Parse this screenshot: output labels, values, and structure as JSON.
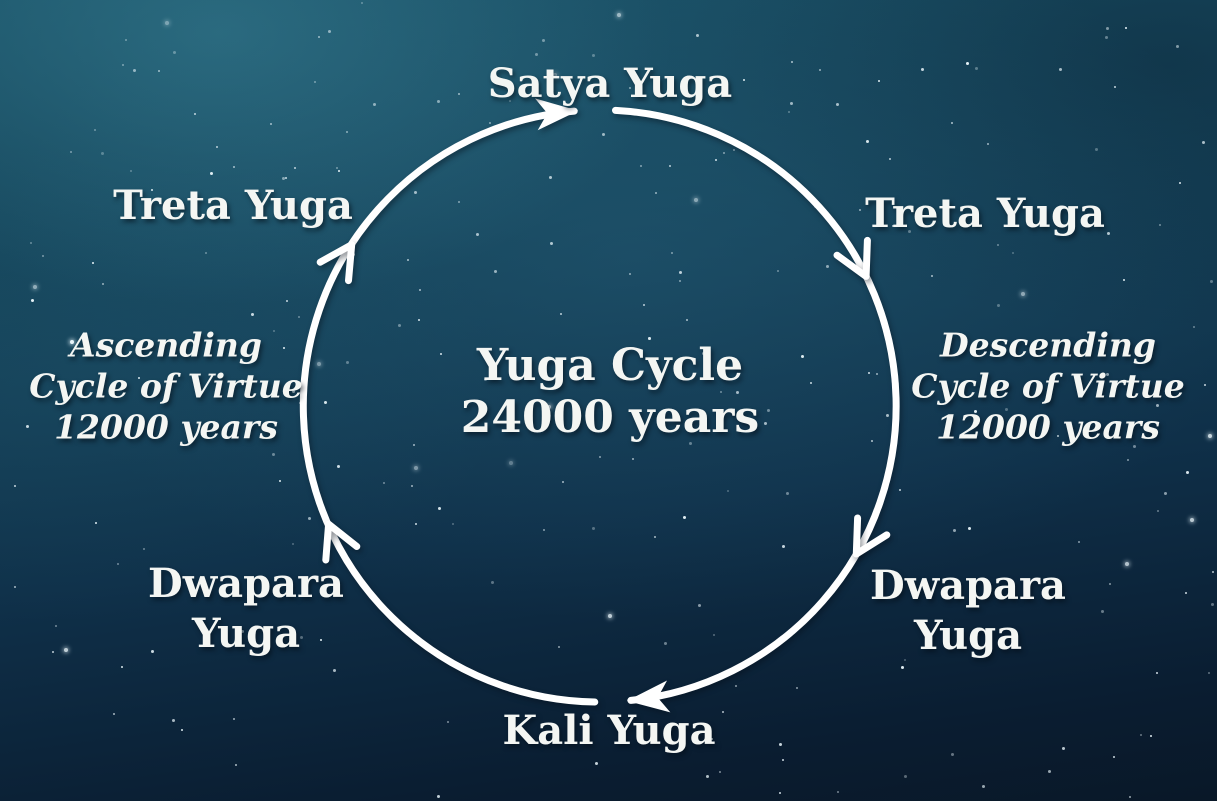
{
  "diagram": {
    "center": {
      "title": "Yuga Cycle",
      "subtitle": "24000 years"
    },
    "nodes": {
      "top": "Satya Yuga",
      "upper_left": "Treta Yuga",
      "upper_right": "Treta Yuga",
      "lower_left": {
        "line1": "Dwapara",
        "line2": "Yuga"
      },
      "lower_right": {
        "line1": "Dwapara",
        "line2": "Yuga"
      },
      "bottom": "Kali Yuga"
    },
    "annotations": {
      "left": {
        "line1": "Ascending",
        "line2": "Cycle of Virtue",
        "line3": "12000 years"
      },
      "right": {
        "line1": "Descending",
        "line2": "Cycle of Virtue",
        "line3": "12000 years"
      }
    },
    "cycle_direction": "clockwise"
  },
  "colors": {
    "background_top": "#1a5166",
    "background_mid": "#0f3049",
    "background_bottom": "#091828",
    "arc": "#ffffff",
    "text": "#f4f6f3",
    "star": "#e9f5fa"
  }
}
